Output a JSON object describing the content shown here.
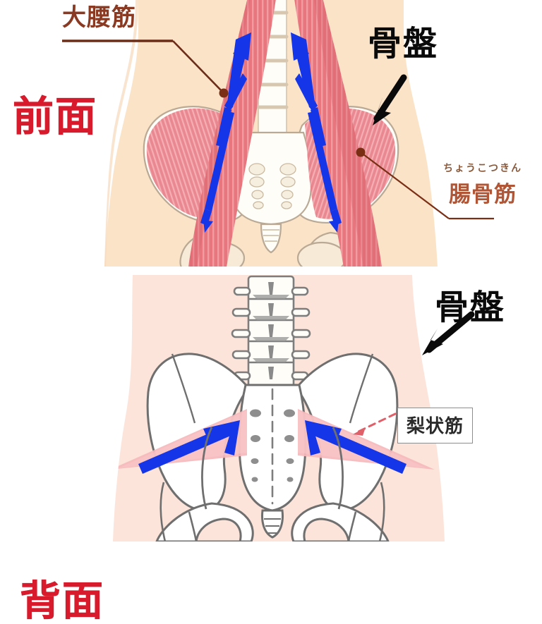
{
  "figure": {
    "title_anterior": "前面",
    "title_posterior": "背面",
    "labels": {
      "psoas_major": "大腰筋",
      "iliacus_furigana": "ちょうこつきん",
      "iliacus": "腸骨筋",
      "pelvis_anterior": "骨盤",
      "pelvis_posterior": "骨盤",
      "piriformis": "梨状筋"
    },
    "icons": {
      "pelvis_pointer_anterior": "black-arrow-down-left-icon",
      "pelvis_pointer_posterior": "black-arrow-down-left-icon",
      "psoas_leader": "brown-leader-line-icon",
      "iliacus_leader": "brown-leader-line-icon",
      "piriformis_leader": "red-dashed-arrow-icon",
      "psoas_direction_left": "blue-double-arrow-icon",
      "psoas_direction_right": "blue-double-arrow-icon",
      "piriformis_direction_left": "blue-arrow-up-right-icon",
      "piriformis_direction_right": "blue-arrow-up-left-icon"
    },
    "colors": {
      "skin_anterior": "#fbe3c8",
      "skin_posterior": "#fce4da",
      "muscle_psoas": "#e8767f",
      "muscle_iliacus": "#e8828c",
      "muscle_piriformis": "#f6b8bc",
      "bone_fill": "#fffdf7",
      "bone_outline_anterior": "#b9a995",
      "bone_outline_posterior": "#6f6f6f",
      "arrow_blue": "#1536e8",
      "label_red": "#d81b2c",
      "label_brown": "#8a3a22",
      "label_iliacus": "#b05535",
      "label_black": "#0a0a0a",
      "box_border": "#8d8d8d"
    },
    "views": [
      {
        "name": "anterior",
        "label": "前面",
        "structures": [
          "大腰筋",
          "腸骨筋",
          "骨盤"
        ]
      },
      {
        "name": "posterior",
        "label": "背面",
        "structures": [
          "梨状筋",
          "骨盤"
        ]
      }
    ]
  }
}
